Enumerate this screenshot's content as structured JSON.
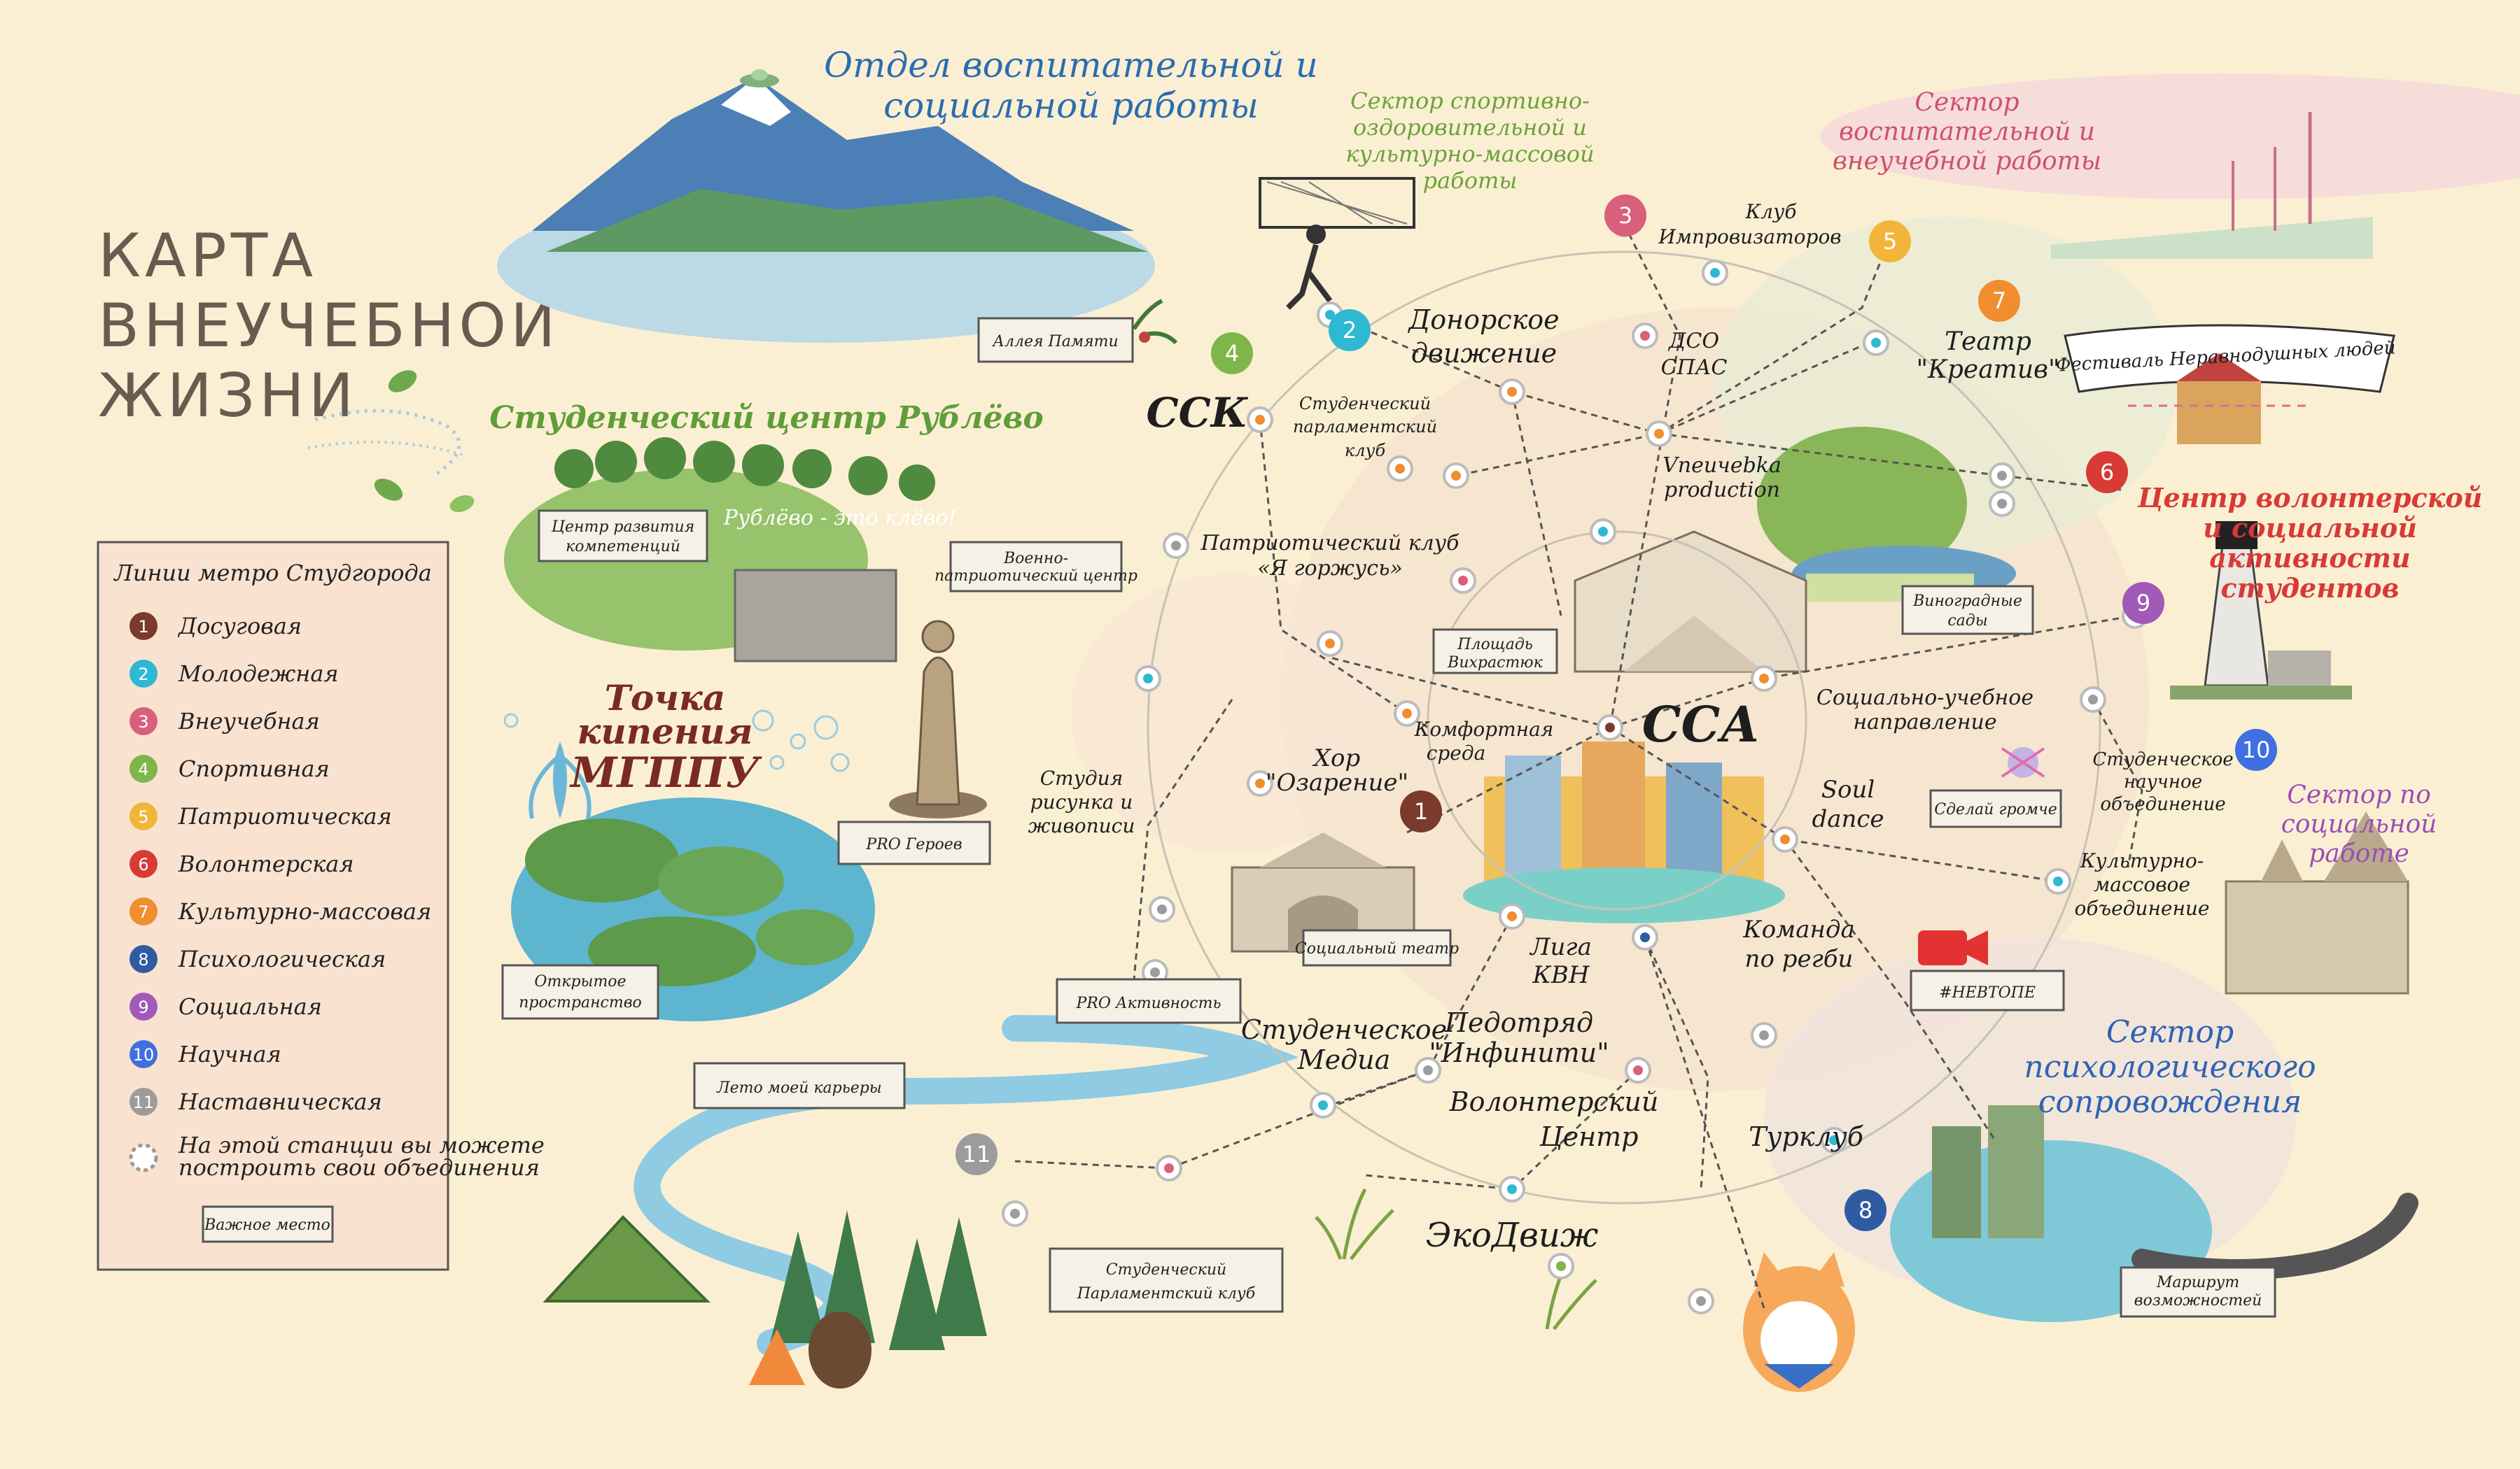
{
  "title": [
    "КАРТА",
    "ВНЕУЧЕБНОЙ",
    "ЖИЗНИ"
  ],
  "legend": {
    "heading": "Линии метро Студгорода",
    "lines": [
      {
        "num": "1",
        "name": "Досуговая",
        "color": "#7a3a2c"
      },
      {
        "num": "2",
        "name": "Молодежная",
        "color": "#2fb8d2"
      },
      {
        "num": "3",
        "name": "Внеучебная",
        "color": "#d9607a"
      },
      {
        "num": "4",
        "name": "Спортивная",
        "color": "#7fb64a"
      },
      {
        "num": "5",
        "name": "Патриотическая",
        "color": "#f2b53a"
      },
      {
        "num": "6",
        "name": "Волонтерская",
        "color": "#d83a36"
      },
      {
        "num": "7",
        "name": "Культурно-массовая",
        "color": "#f08d2f"
      },
      {
        "num": "8",
        "name": "Психологическая",
        "color": "#2f5ba3"
      },
      {
        "num": "9",
        "name": "Социальная",
        "color": "#a15ab8"
      },
      {
        "num": "10",
        "name": "Научная",
        "color": "#3f6fe0"
      },
      {
        "num": "11",
        "name": "Наставническая",
        "color": "#9c9c9c"
      }
    ],
    "build_note_1": "На этой станции вы можете",
    "build_note_2": "построить свои объединения",
    "important_place": "Важное место"
  },
  "sectors": {
    "vospit": [
      "Отдел воспитательной и",
      "социальной работы"
    ],
    "sport": [
      "Сектор спортивно-",
      "оздоровительной и",
      "культурно-массовой",
      "работы"
    ],
    "vneuch": [
      "Сектор",
      "воспитательной и",
      "внеучебной работы"
    ],
    "volunteer": [
      "Центр волонтерской",
      "и социальной",
      "активности",
      "студентов"
    ],
    "social": [
      "Сектор по",
      "социальной",
      "работе"
    ],
    "psych": [
      "Сектор",
      "психологического",
      "сопровождения"
    ],
    "rublevo": "Студенческий центр Рублёво",
    "boiling": [
      "Точка",
      "кипения",
      "МГППУ"
    ],
    "rublevo_slogan": "Рублёво - это клёво!",
    "festival": "Фестиваль Неравнодушных людей"
  },
  "signs": {
    "alley": "Аллея Памяти",
    "competence": [
      "Центр развития",
      "компетенций"
    ],
    "military": [
      "Военно-",
      "патриотический центр"
    ],
    "heroes": "PRO Героев",
    "open_space": [
      "Открытое",
      "пространство"
    ],
    "activity": "PRO Активность",
    "career": "Лето моей карьеры",
    "parliament": [
      "Студенческий",
      "Парламентский клуб"
    ],
    "ploshad": [
      "Площадь",
      "Вихрастюк"
    ],
    "theatre": "Социальный театр",
    "vineyards": [
      "Виноградные",
      "сады"
    ],
    "louder": "Сделай громче",
    "nevtope": "#НЕВТОПЕ",
    "route": [
      "Маршрут",
      "возможностей"
    ]
  },
  "stations": {
    "ssk": "ССК",
    "ssa": "ССА",
    "donor": [
      "Донорское",
      "движение"
    ],
    "improv": [
      "Клуб",
      "Импровизаторов"
    ],
    "dso": [
      "ДСО",
      "СПАС"
    ],
    "teatr": [
      "Театр",
      "\"Креатив\""
    ],
    "vneuch_prod": [
      "Vneuчebka",
      "production"
    ],
    "parl_club": [
      "Студенческий",
      "парламентский",
      "клуб"
    ],
    "patriot": [
      "Патриотический клуб",
      "«Я горжусь»"
    ],
    "comfort": [
      "Комфортная",
      "среда"
    ],
    "choir": [
      "Хор",
      "\"Озарение\""
    ],
    "studio": [
      "Студия",
      "рисунка и",
      "живописи"
    ],
    "social_edu": [
      "Социально-учебное",
      "направление"
    ],
    "soul": [
      "Soul",
      "dance"
    ],
    "science": [
      "Студенческое",
      "научное",
      "объединение"
    ],
    "culture": [
      "Культурно-",
      "массовое",
      "объединение"
    ],
    "kvn": [
      "Лига",
      "КВН"
    ],
    "rugby": [
      "Команда",
      "по регби"
    ],
    "media": [
      "Студенческое",
      "Медиа"
    ],
    "pedotryad": [
      "Педотряд",
      "\"Инфинити\""
    ],
    "volcenter": [
      "Волонтерский",
      "Центр"
    ],
    "tourclub": "Турклуб",
    "eco": "ЭкоДвиж"
  },
  "colors": {
    "background": "#fbefd3",
    "ring": "#c8c2b6"
  }
}
